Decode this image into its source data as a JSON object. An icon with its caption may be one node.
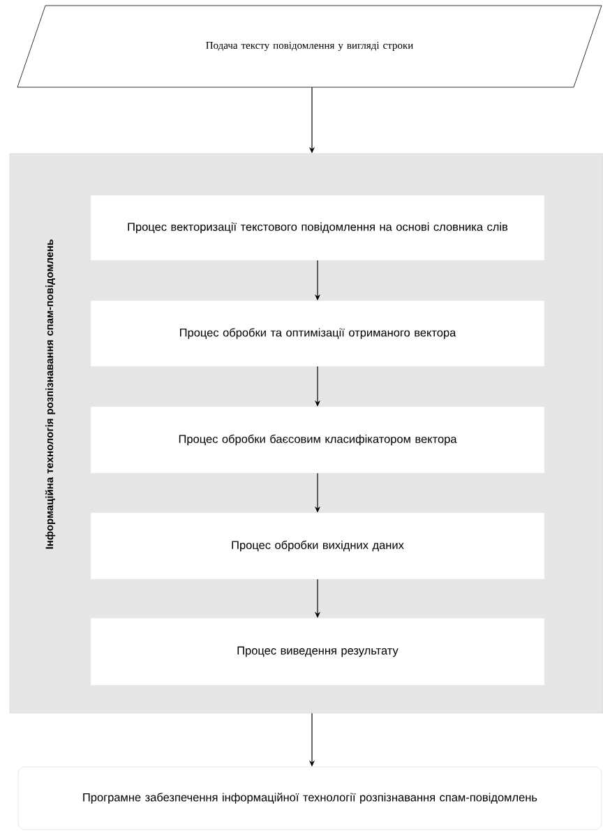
{
  "diagram": {
    "nodes": [
      {
        "text": [
          "Подача тексту повідомлення у вигляді строки"
        ]
      },
      {
        "text": [
          "Інформаційна технологія розпізнавання спам-повідомлень"
        ]
      },
      {
        "text": [
          "Процес векторизації текстового повідомлення на основі словника слів"
        ],
        "in": 1
      },
      {
        "text": [
          "Процес обробки та оптимізації отриманого вектора"
        ],
        "in": 1
      },
      {
        "text": [
          "Процес обробки баєсовим класифікатором вектора"
        ],
        "in": 1
      },
      {
        "text": [
          "Процес обробки вихідних даних"
        ],
        "in": 1
      },
      {
        "text": [
          "Процес виведення результату"
        ],
        "in": 1
      },
      {
        "text": [
          "Програмне забезпечення інформаційної технології розпізнавання спам-повідомлень"
        ]
      }
    ],
    "edges": [
      {
        "from": 0,
        "to": 1,
        "arrow": "to"
      },
      {
        "from": 2,
        "to": 3,
        "arrow": "to"
      },
      {
        "from": 3,
        "to": 4,
        "arrow": "to"
      },
      {
        "from": 4,
        "to": 5,
        "arrow": "to"
      },
      {
        "from": 5,
        "to": 6,
        "arrow": "to"
      },
      {
        "from": 1,
        "to": 7,
        "arrow": "to"
      }
    ]
  }
}
